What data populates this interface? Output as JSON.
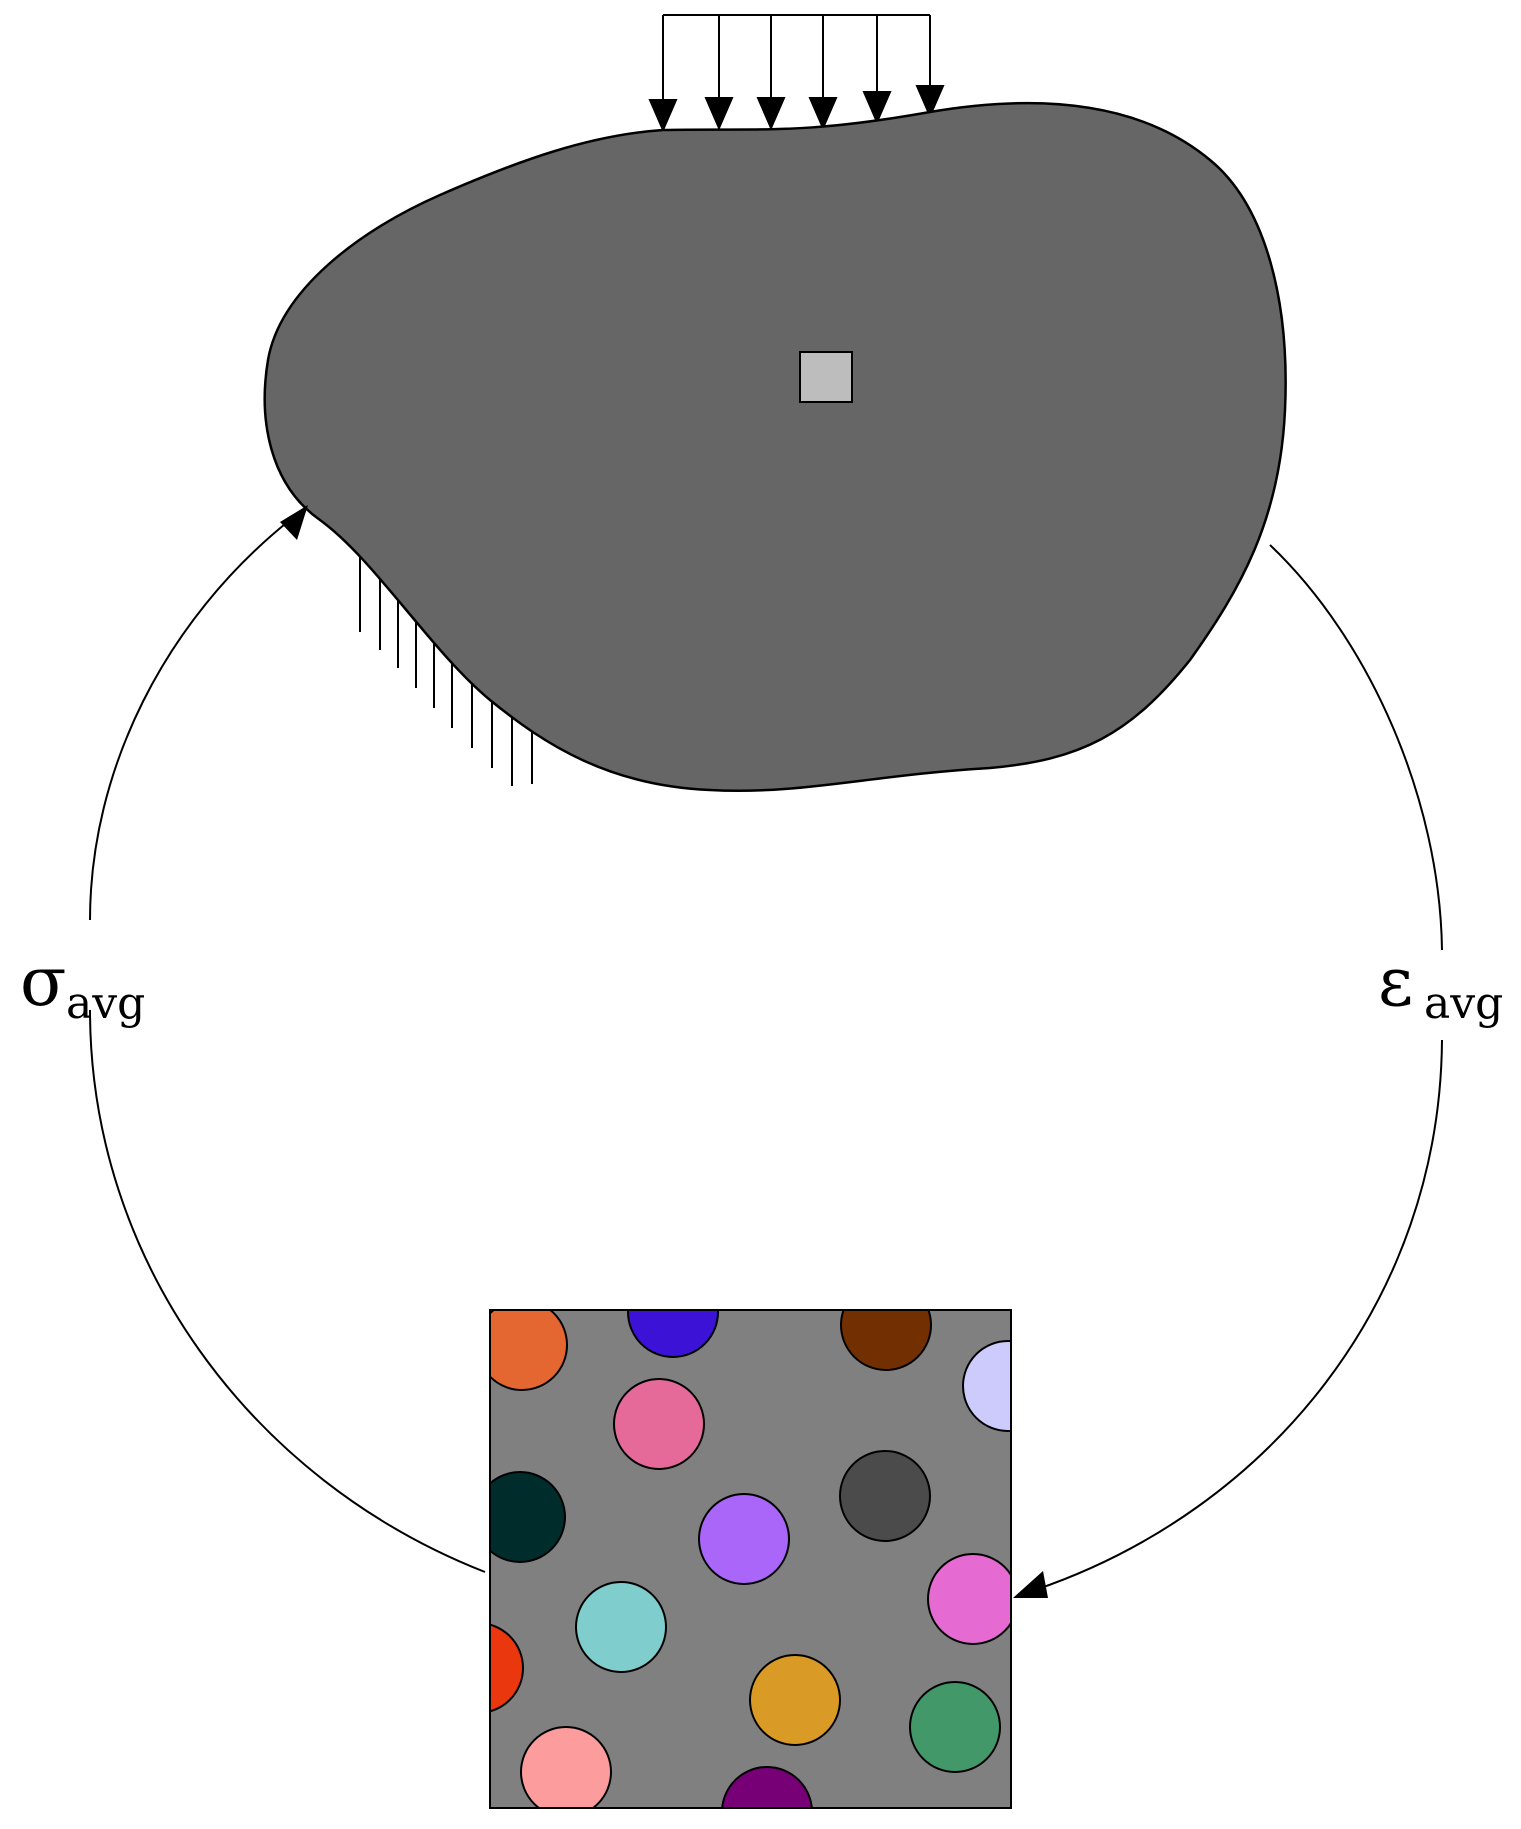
{
  "labels": {
    "stress_symbol": "σ",
    "stress_subscript": "avg",
    "strain_symbol": "ε",
    "strain_subscript": "avg"
  },
  "colors": {
    "body_fill": "#666666",
    "element_fill": "#bdbdbd",
    "rve_matrix": "#808080",
    "stroke": "#000000"
  },
  "rve_particles": [
    {
      "id": "orange",
      "color": "#e46731"
    },
    {
      "id": "blue",
      "color": "#3b12d6"
    },
    {
      "id": "brown",
      "color": "#722f02"
    },
    {
      "id": "lavender",
      "color": "#cdcbfc"
    },
    {
      "id": "pink",
      "color": "#e56a9a"
    },
    {
      "id": "dark-teal",
      "color": "#012c2c"
    },
    {
      "id": "dark-gray",
      "color": "#4b4b4b"
    },
    {
      "id": "purple",
      "color": "#a966f9"
    },
    {
      "id": "magenta",
      "color": "#e56bd3"
    },
    {
      "id": "aqua",
      "color": "#7fcdcd"
    },
    {
      "id": "red",
      "color": "#ea370d"
    },
    {
      "id": "gold",
      "color": "#da9b26"
    },
    {
      "id": "green",
      "color": "#43986a"
    },
    {
      "id": "salmon",
      "color": "#fc9c9c"
    },
    {
      "id": "plum",
      "color": "#770077"
    }
  ]
}
